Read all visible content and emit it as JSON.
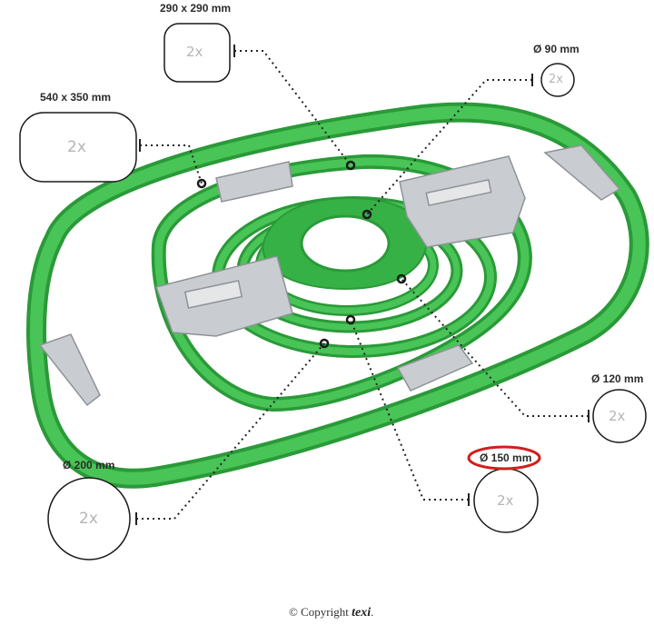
{
  "hoops": [
    {
      "id": "hoop-290",
      "size_label": "290 x 290 mm",
      "qty": "2x"
    },
    {
      "id": "hoop-90",
      "size_label": "Ø 90 mm",
      "qty": "2x"
    },
    {
      "id": "hoop-540",
      "size_label": "540 x 350 mm",
      "qty": "2x"
    },
    {
      "id": "hoop-120",
      "size_label": "Ø 120 mm",
      "qty": "2x"
    },
    {
      "id": "hoop-200",
      "size_label": "Ø 200 mm",
      "qty": "2x"
    },
    {
      "id": "hoop-150",
      "size_label": "Ø 150 mm",
      "qty": "2x",
      "highlighted": true
    }
  ],
  "copyright": {
    "prefix": "© Copyright ",
    "brand": "texi",
    "suffix": "."
  },
  "colors": {
    "hoop_green": "#3cb84a",
    "hoop_dark": "#2a9a38",
    "metal": "#c9ccd0",
    "highlight": "#d21e1e",
    "badge_text": "#b5b5b5"
  }
}
